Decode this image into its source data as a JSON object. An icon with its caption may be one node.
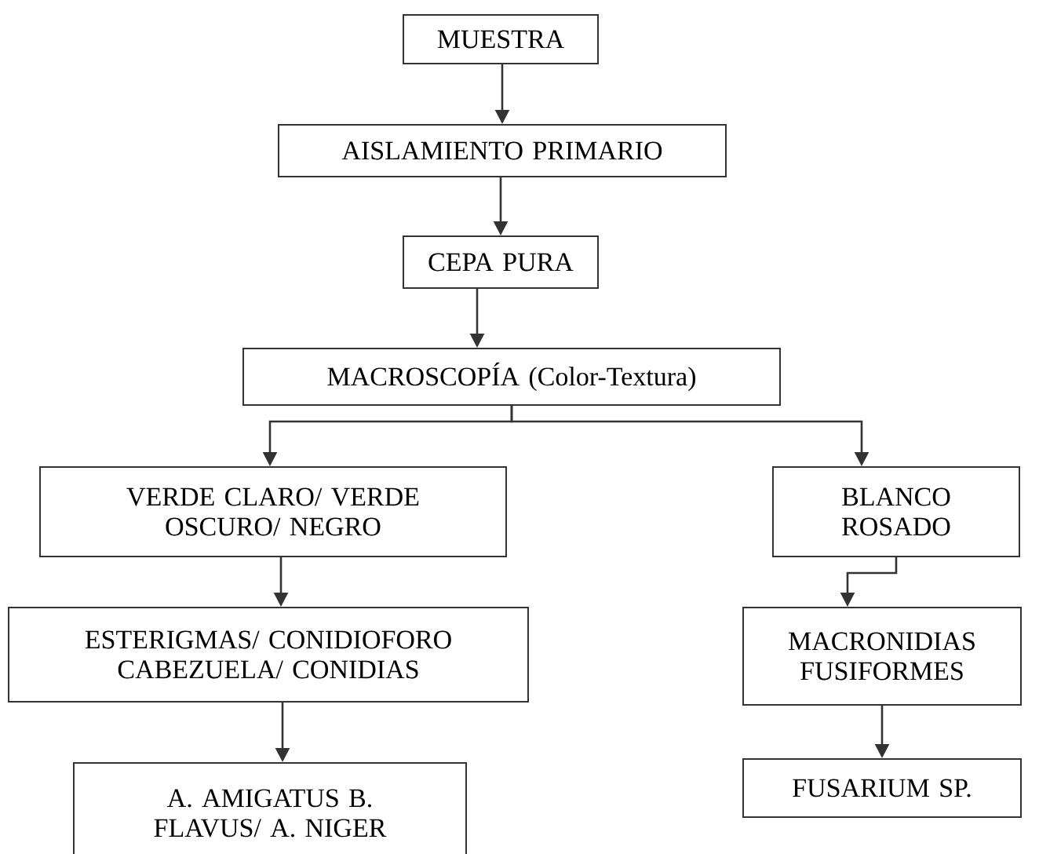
{
  "diagram": {
    "nodes": [
      {
        "text": [
          "MUESTRA"
        ]
      },
      {
        "text": [
          "AISLAMIENTO PRIMARIO"
        ]
      },
      {
        "text": [
          "CEPA PURA"
        ]
      },
      {
        "text": [
          "MACROSCOPÍA (Color-Textura)"
        ]
      },
      {
        "text": [
          "VERDE CLARO/ VERDE OSCURO/ NEGRO"
        ]
      },
      {
        "text": [
          "BLANCO ROSADO"
        ]
      },
      {
        "text": [
          "ESTERIGMAS/ CONIDIOFORO CABEZUELA/ CONIDIAS"
        ]
      },
      {
        "text": [
          "MACRONIDIAS FUSIFORMES"
        ]
      },
      {
        "text": [
          "A. AMIGATUS B. FLAVUS/ A. NIGER"
        ]
      },
      {
        "text": [
          "FUSARIUM SP."
        ]
      }
    ],
    "edges": [
      {
        "from": 0,
        "to": 1,
        "arrow": "to"
      },
      {
        "from": 1,
        "to": 2,
        "arrow": "to"
      },
      {
        "from": 2,
        "to": 3,
        "arrow": "to"
      },
      {
        "from": 3,
        "to": 4,
        "arrow": "to"
      },
      {
        "from": 3,
        "to": 5,
        "arrow": "to"
      },
      {
        "from": 4,
        "to": 6,
        "arrow": "to"
      },
      {
        "from": 5,
        "to": 7,
        "arrow": "to"
      },
      {
        "from": 6,
        "to": 8,
        "arrow": "to"
      },
      {
        "from": 7,
        "to": 9,
        "arrow": "to"
      }
    ]
  }
}
